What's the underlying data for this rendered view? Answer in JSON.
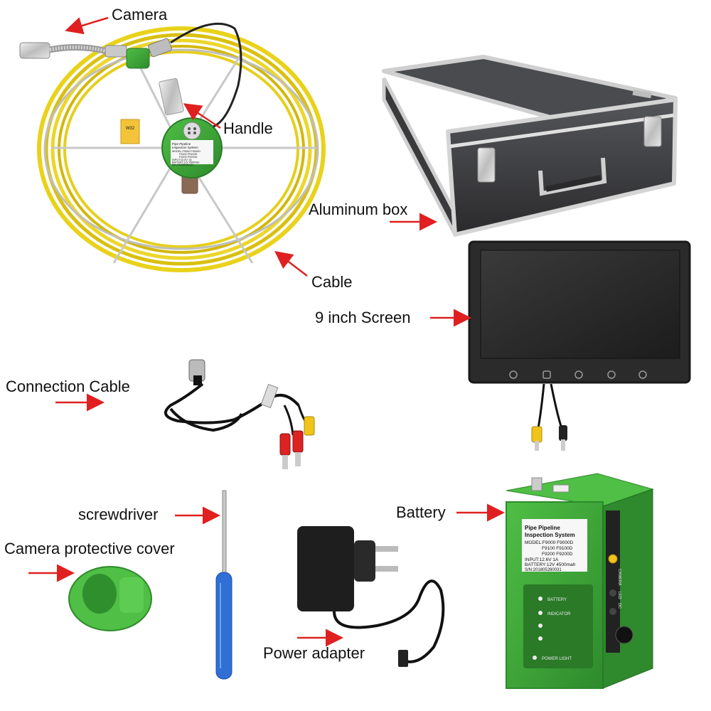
{
  "labels": {
    "camera": "Camera",
    "handle": "Handle",
    "aluminum_box": "Aluminum box",
    "cable": "Cable",
    "screen": "9 inch Screen",
    "connection_cable": "Connection Cable",
    "screwdriver": "screwdriver",
    "battery": "Battery",
    "protective_cover": "Camera protective cover",
    "power_adapter": "Power adapter"
  },
  "reel_label": {
    "line1": "Pipe Pipeline",
    "line2": "Inspection System",
    "line3": "MODEL:F9000 F9000D",
    "line4": "F9100 F9100D",
    "line5": "F9200 F9200D",
    "line6": "INPUT:12.6V 1A",
    "line7": "BATTERY:12V 4500mah",
    "line8": "S/N:201805280031"
  },
  "reel_tag": "W32",
  "battery_label": {
    "title1": "Pipe Pipeline",
    "title2": "Inspection System",
    "model": "MODEL:F9000  F9000D",
    "model2": "F9100  F9100D",
    "model3": "F9200  F9200D",
    "input": "INPUT:12.6V 1A",
    "battery": "BATTERY:12V 4500mah",
    "sn": "S/N:201805280031"
  },
  "battery_indicators": {
    "battery": "BATTERY",
    "indicator": "INDICATOR",
    "power_light": "POWER LIGHT"
  },
  "battery_side": {
    "camera": "CAMERA",
    "led": "LED",
    "dc": "DC"
  },
  "colors": {
    "arrow": "#e02020",
    "cable_yellow": "#e9d21a",
    "green_device": "#3da83a",
    "case_dark": "#3a3a3c",
    "screw_blue": "#2f6fd6"
  }
}
